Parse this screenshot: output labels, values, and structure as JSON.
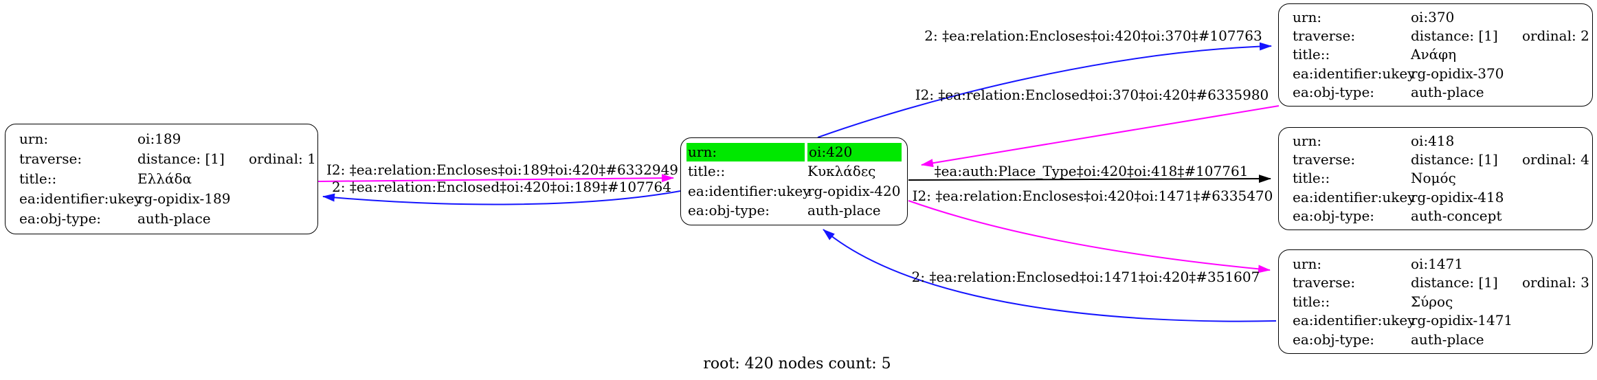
{
  "graph": {
    "caption": "root: 420 nodes count: 5",
    "colors": {
      "highlight_green": "#00e800",
      "relation_encloses_magenta": "#ff00ff",
      "relation_enclosed_blue": "#1414ff",
      "auth_edge_black": "#000000"
    }
  },
  "nodes": [
    {
      "id": "oi:189",
      "rows": [
        {
          "k": "urn:",
          "v": "oi:189"
        },
        {
          "k": "traverse:",
          "v": "distance: [1]",
          "v2": "ordinal: 1"
        },
        {
          "k": "title::",
          "v": "Ελλάδα"
        },
        {
          "k": "ea:identifier:ukey",
          "v": "rg-opidix-189"
        },
        {
          "k": "ea:obj-type:",
          "v": "auth-place"
        }
      ]
    },
    {
      "id": "oi:420",
      "highlighted_row": "urn",
      "rows": [
        {
          "k": "urn:",
          "v": "oi:420"
        },
        {
          "k": "title::",
          "v": "Κυκλάδες"
        },
        {
          "k": "ea:identifier:ukey",
          "v": "rg-opidix-420"
        },
        {
          "k": "ea:obj-type:",
          "v": "auth-place"
        }
      ]
    },
    {
      "id": "oi:370",
      "rows": [
        {
          "k": "urn:",
          "v": "oi:370"
        },
        {
          "k": "traverse:",
          "v": "distance: [1]",
          "v2": "ordinal: 2"
        },
        {
          "k": "title::",
          "v": "Ανάφη"
        },
        {
          "k": "ea:identifier:ukey",
          "v": "rg-opidix-370"
        },
        {
          "k": "ea:obj-type:",
          "v": "auth-place"
        }
      ]
    },
    {
      "id": "oi:418",
      "rows": [
        {
          "k": "urn:",
          "v": "oi:418"
        },
        {
          "k": "traverse:",
          "v": "distance: [1]",
          "v2": "ordinal: 4"
        },
        {
          "k": "title::",
          "v": "Νομός"
        },
        {
          "k": "ea:identifier:ukey",
          "v": "rg-opidix-418"
        },
        {
          "k": "ea:obj-type:",
          "v": "auth-concept"
        }
      ]
    },
    {
      "id": "oi:1471",
      "rows": [
        {
          "k": "urn:",
          "v": "oi:1471"
        },
        {
          "k": "traverse:",
          "v": "distance: [1]",
          "v2": "ordinal: 3"
        },
        {
          "k": "title::",
          "v": "Σύρος"
        },
        {
          "k": "ea:identifier:ukey",
          "v": "rg-opidix-1471"
        },
        {
          "k": "ea:obj-type:",
          "v": "auth-place"
        }
      ]
    }
  ],
  "edges": [
    {
      "label": "I2: ‡ea:relation:Encloses‡oi:189‡oi:420‡#6332949",
      "color": "#ff00ff",
      "from": "oi:189",
      "to": "oi:420"
    },
    {
      "label": "2: ‡ea:relation:Enclosed‡oi:420‡oi:189‡#107764",
      "color": "#1414ff",
      "from": "oi:420",
      "to": "oi:189"
    },
    {
      "label": "2: ‡ea:relation:Encloses‡oi:420‡oi:370‡#107763",
      "color": "#1414ff",
      "from": "oi:420",
      "to": "oi:370"
    },
    {
      "label": "I2: ‡ea:relation:Enclosed‡oi:370‡oi:420‡#6335980",
      "color": "#ff00ff",
      "from": "oi:370",
      "to": "oi:420"
    },
    {
      "label": "‡ea:auth:Place_Type‡oi:420‡oi:418‡#107761",
      "color": "#000000",
      "from": "oi:420",
      "to": "oi:418"
    },
    {
      "label": "I2: ‡ea:relation:Encloses‡oi:420‡oi:1471‡#6335470",
      "color": "#ff00ff",
      "from": "oi:420",
      "to": "oi:1471"
    },
    {
      "label": "2: ‡ea:relation:Enclosed‡oi:1471‡oi:420‡#351607",
      "color": "#1414ff",
      "from": "oi:1471",
      "to": "oi:420"
    }
  ]
}
